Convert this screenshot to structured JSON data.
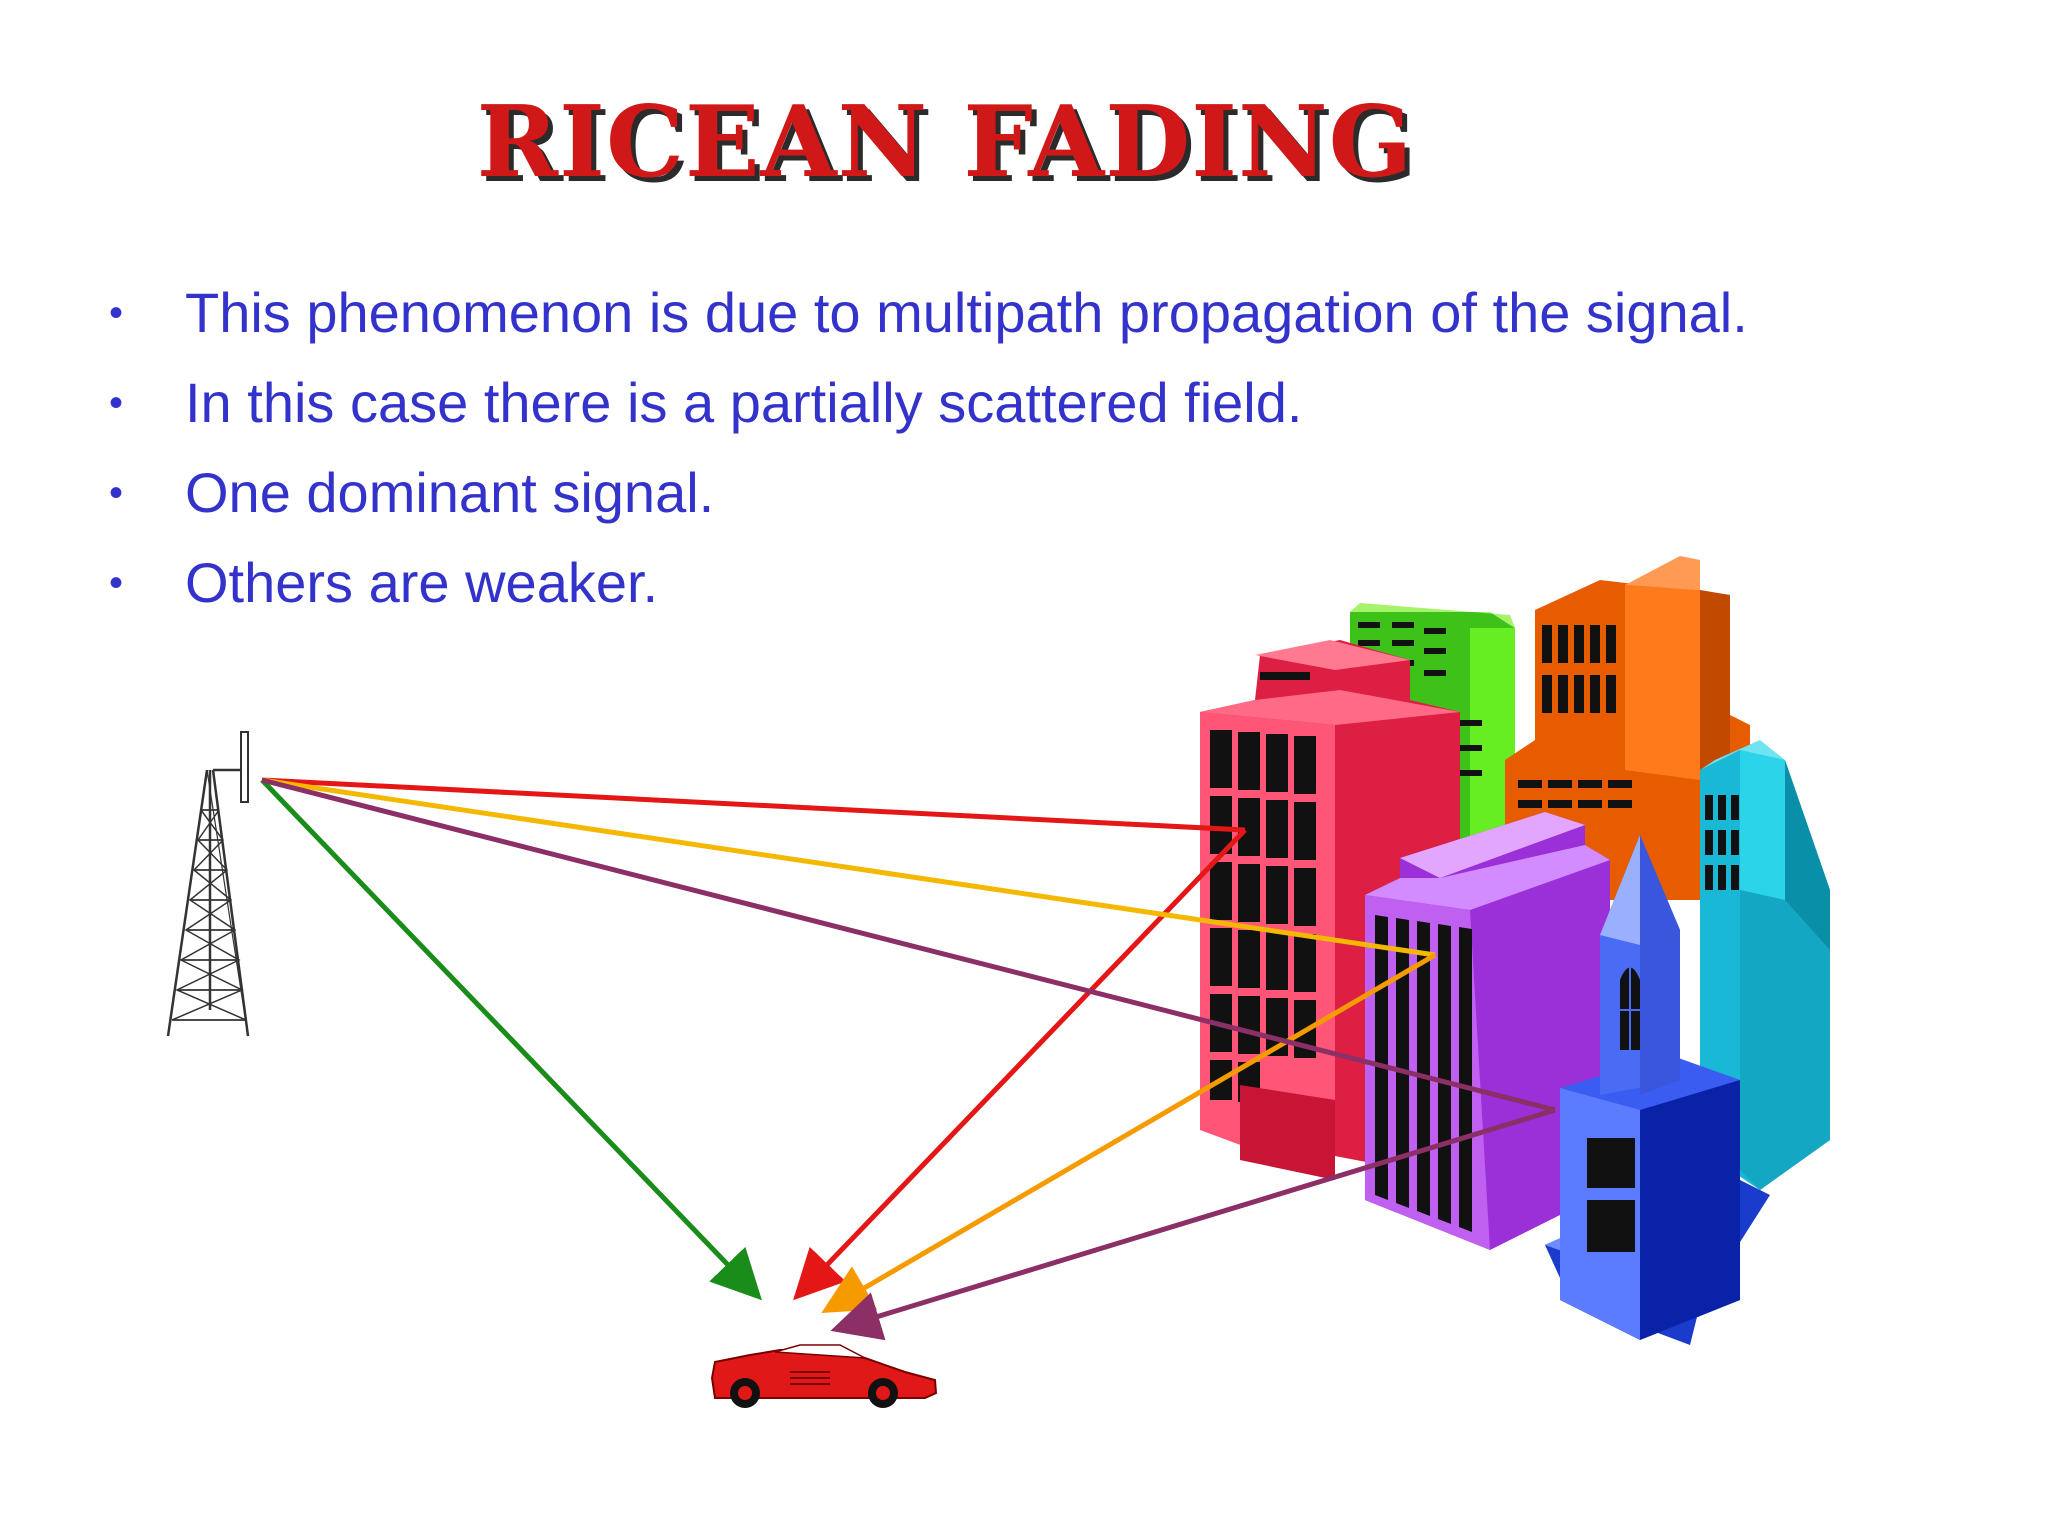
{
  "slide": {
    "title": "RICEAN FADING",
    "bullets": [
      "This phenomenon is due to multipath propagation of the signal.",
      "In this case there is a partially scattered field.",
      "One dominant signal.",
      "Others are weaker."
    ]
  },
  "diagram": {
    "icons": [
      "transmission-tower-icon",
      "city-buildings-icon",
      "car-icon"
    ],
    "path_colors": {
      "direct": "#1a8c1a",
      "reflect_1": "#e51616",
      "reflect_2": "#f5b800",
      "reflect_2_return": "#f59b00",
      "reflect_3": "#8b2f66"
    }
  }
}
